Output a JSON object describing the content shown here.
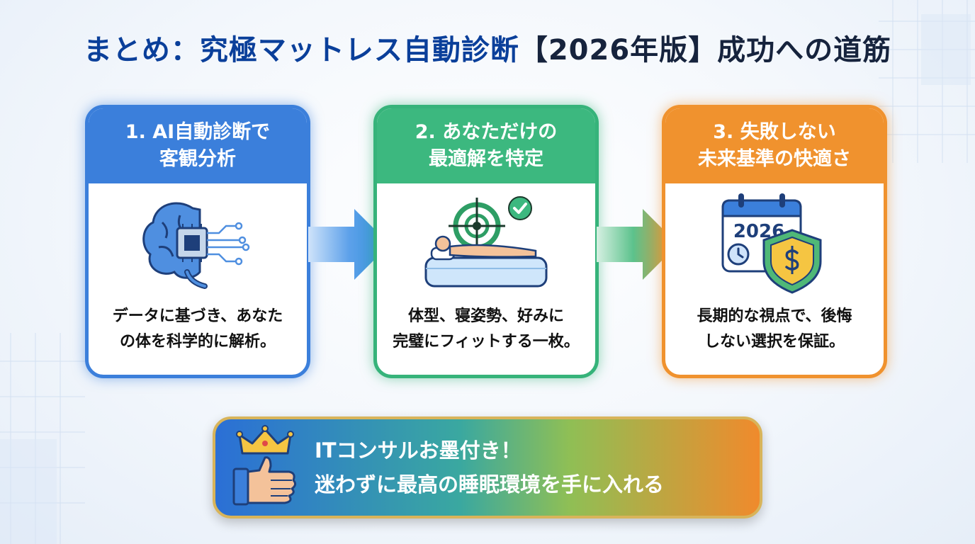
{
  "title": {
    "part1": "まとめ：究極マットレス自動診断",
    "part2": "【2026年版】成功への道筋"
  },
  "steps": [
    {
      "line1": "1. AI自動診断で",
      "line2": "客観分析",
      "desc1": "データに基づき、あなた",
      "desc2": "の体を科学的に解析。",
      "icon": "brain-chip-icon",
      "color": "#3b7fdb"
    },
    {
      "line1": "2. あなただけの",
      "line2": "最適解を特定",
      "desc1": "体型、寝姿勢、好みに",
      "desc2": "完璧にフィットする一枚。",
      "icon": "target-mattress-icon",
      "color": "#3cb87f"
    },
    {
      "line1": "3. 失敗しない",
      "line2": "未来基準の快適さ",
      "desc1": "長期的な視点で、後悔",
      "desc2": "しない選択を保証。",
      "icon": "calendar-shield-icon",
      "color": "#f0922e",
      "calendar_year": "2026"
    }
  ],
  "banner": {
    "line1": "ITコンサルお墨付き！",
    "line2": "迷わずに最高の睡眠環境を手に入れる",
    "icon": "crown-thumbs-up-icon"
  }
}
